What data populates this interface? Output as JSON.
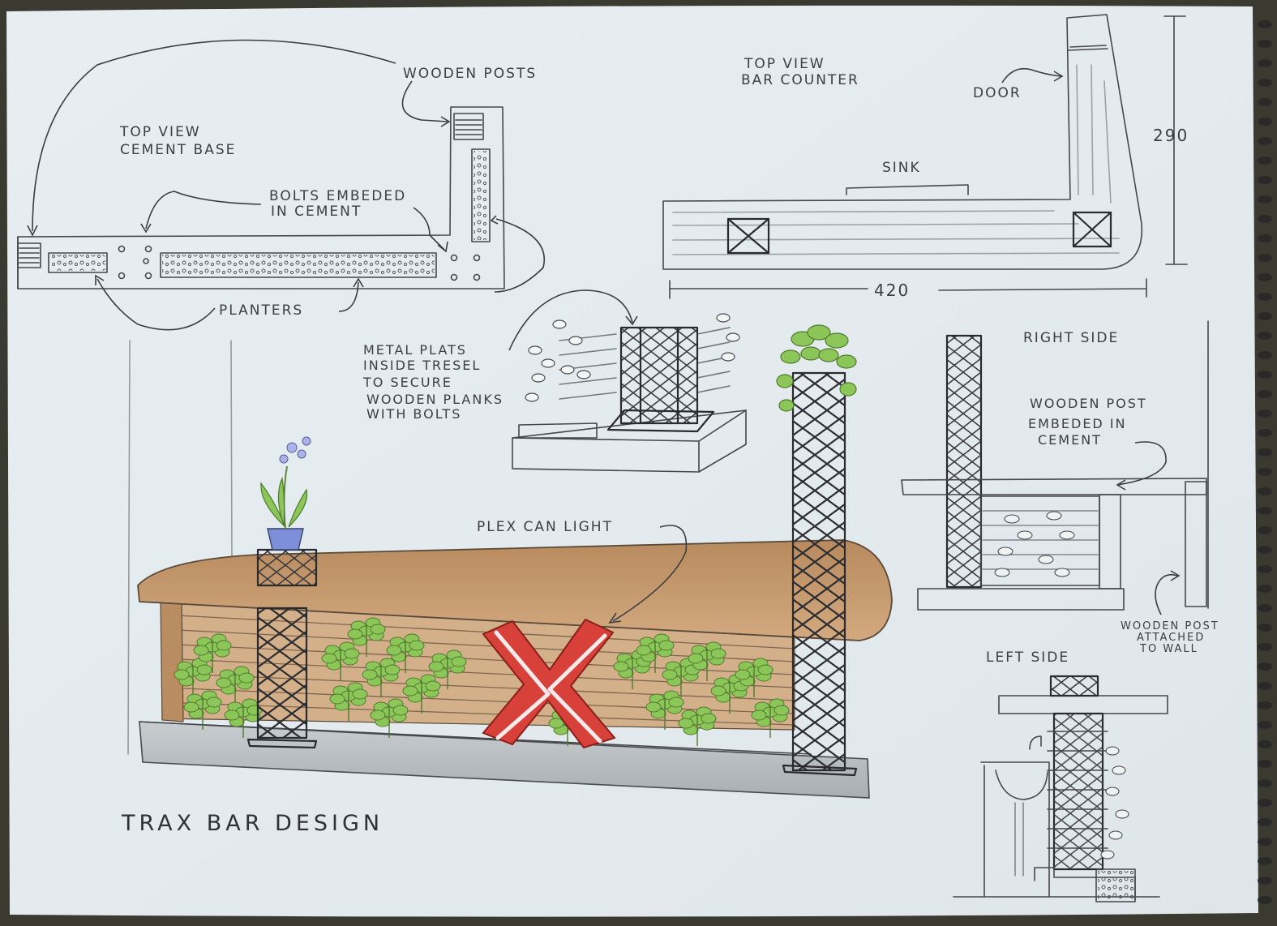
{
  "title": "TRAX BAR DESIGN",
  "top_view_cement_base": {
    "heading_line1": "TOP VIEW",
    "heading_line2": "CEMENT BASE",
    "wooden_posts": "WOODEN POSTS",
    "bolts_line1": "BOLTS EMBEDED",
    "bolts_line2": "IN CEMENT",
    "planters": "PLANTERS"
  },
  "top_view_bar_counter": {
    "heading_line1": "TOP VIEW",
    "heading_line2": "BAR COUNTER",
    "door": "DOOR",
    "sink": "SINK",
    "dim_height": "290",
    "dim_width": "420"
  },
  "trestle_detail": {
    "line1": "METAL PLATS",
    "line2": "INSIDE TRESEL",
    "line3": "TO SECURE",
    "line4": "WOODEN PLANKS",
    "line5": "WITH BOLTS"
  },
  "perspective": {
    "plex_can_light": "PLEX CAN LIGHT"
  },
  "right_side": {
    "heading": "RIGHT SIDE",
    "post_line1": "WOODEN POST",
    "post_line2": "EMBEDED IN",
    "post_line3": "CEMENT",
    "wall_line1": "WOODEN POST",
    "wall_line2": "ATTACHED",
    "wall_line3": "TO WALL"
  },
  "left_side": {
    "heading": "LEFT SIDE"
  },
  "colors": {
    "paper": "#e4ebee",
    "pencil": "#45474c",
    "wood": "#c89a6e",
    "plant": "#8cc659",
    "light": "#d8413a"
  }
}
